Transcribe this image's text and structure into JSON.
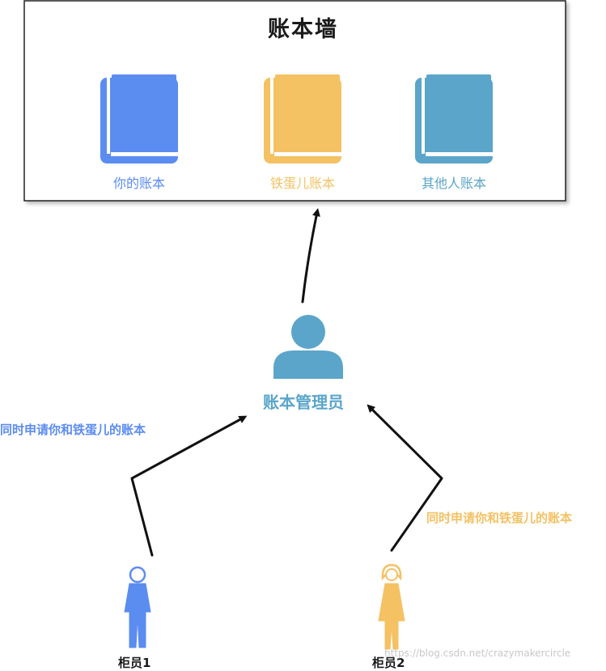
{
  "wall": {
    "title": "账本墙",
    "books": [
      {
        "label": "你的账本",
        "color": "#5b8cf0"
      },
      {
        "label": "铁蛋儿账本",
        "color": "#f4c163"
      },
      {
        "label": "其他人账本",
        "color": "#5aa5c9"
      }
    ]
  },
  "manager": {
    "label": "账本管理员",
    "color": "#5aa5c9"
  },
  "requests": [
    {
      "label": "同时申请你和铁蛋儿的账本",
      "color": "#5b8cf0"
    },
    {
      "label": "同时申请你和铁蛋儿的账本",
      "color": "#f4c163"
    }
  ],
  "tellers": [
    {
      "label": "柜员1",
      "color": "#5b8cf0"
    },
    {
      "label": "柜员2",
      "color": "#f4c163"
    }
  ],
  "watermark": "https://blog.csdn.net/crazymakercircle"
}
